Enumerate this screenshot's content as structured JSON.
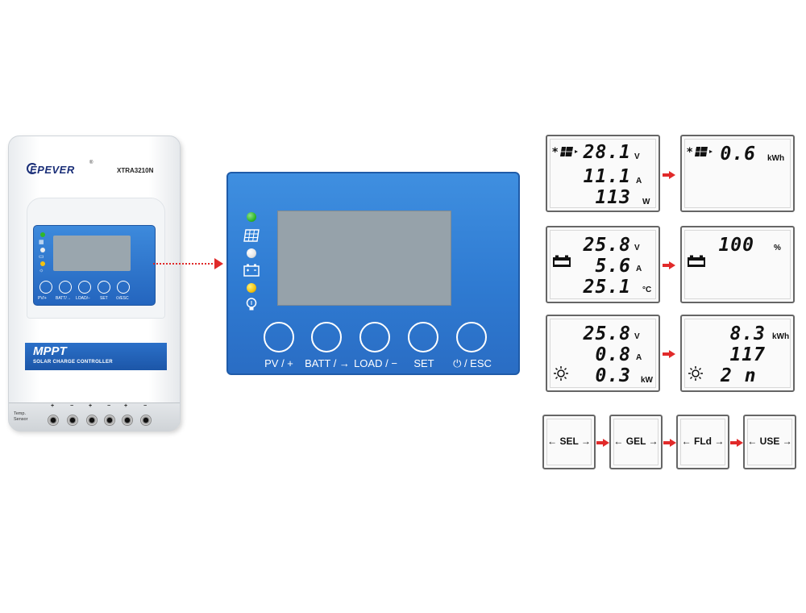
{
  "device": {
    "brand": "EPEVER",
    "registered": "®",
    "model": "XTRA3210N",
    "mini_labels": [
      "PV/+",
      "BATT/→",
      "LOAD/−",
      "SET",
      "⏻/ESC"
    ],
    "product": "MPPT",
    "product_sub": "SOLAR CHARGE CONTROLLER",
    "temp_label_1": "Temp.",
    "temp_label_2": "Sensor",
    "terminal_marks": [
      "+",
      "−",
      "+",
      "−",
      "+",
      "−"
    ]
  },
  "panel": {
    "buttons": [
      {
        "label": "PV / +"
      },
      {
        "label": "BATT / →"
      },
      {
        "label": "LOAD / −"
      },
      {
        "label": "SET"
      },
      {
        "label": "⏻ / ESC"
      }
    ],
    "icons": [
      "led-green",
      "pv-array-icon",
      "led-white",
      "battery-icon",
      "led-yellow",
      "bulb-icon"
    ],
    "colors": {
      "panel": "#2f7bd2",
      "lcd": "#96a2aa",
      "led_green": "#2fb82a",
      "led_yellow": "#f3c20f",
      "led_white": "#eeeeee",
      "arrow": "#e12a2a"
    }
  },
  "screens": {
    "pv_realtime": {
      "voltage": "28.1",
      "voltage_unit": "V",
      "current": "11.1",
      "current_unit": "A",
      "power": "113",
      "power_unit": "W"
    },
    "pv_energy": {
      "energy": "0.6",
      "energy_unit": "kWh"
    },
    "batt_realtime": {
      "voltage": "25.8",
      "voltage_unit": "V",
      "current": "5.6",
      "current_unit": "A",
      "temp": "25.1",
      "temp_unit": "°C"
    },
    "batt_soc": {
      "soc": "100",
      "soc_unit": "%"
    },
    "load_realtime": {
      "voltage": "25.8",
      "voltage_unit": "V",
      "current": "0.8",
      "current_unit": "A",
      "power": "0.3",
      "power_unit": "kW"
    },
    "load_stats": {
      "energy": "8.3",
      "energy_unit": "kWh",
      "count": "117",
      "mode": "2 n"
    }
  },
  "battery_types": [
    "SEL",
    "GEL",
    "FLd",
    "USE"
  ]
}
